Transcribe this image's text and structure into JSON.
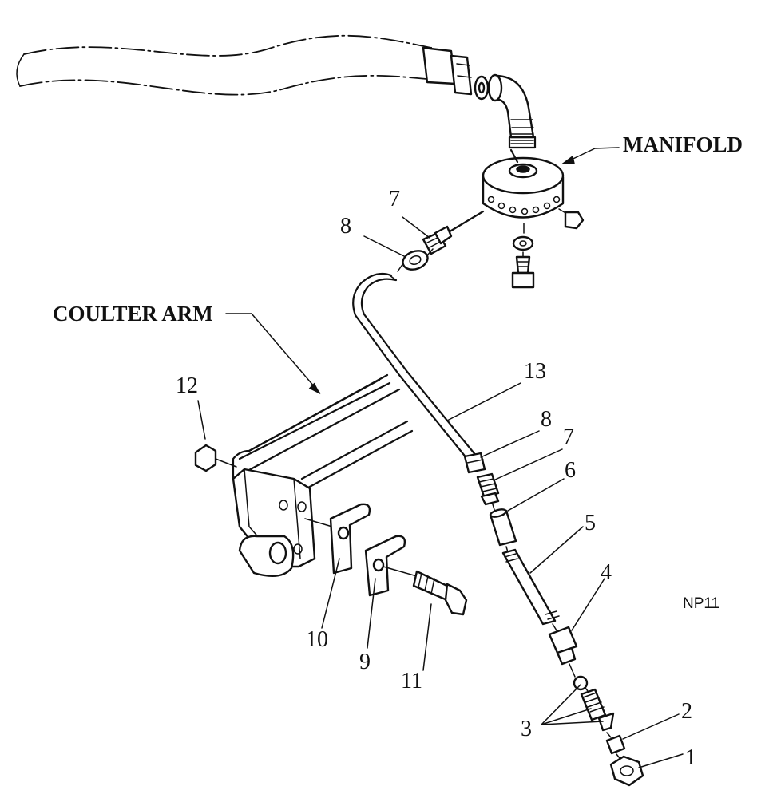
{
  "callouts": {
    "manifold": "MANIFOLD",
    "coulter_arm": "COULTER ARM"
  },
  "drawing_code": "NP11",
  "part_numbers": {
    "n1": "1",
    "n2": "2",
    "n3": "3",
    "n4": "4",
    "n5": "5",
    "n6": "6",
    "n7_upper": "7",
    "n7_lower": "7",
    "n8_upper": "8",
    "n8_lower": "8",
    "n9": "9",
    "n10": "10",
    "n11": "11",
    "n12": "12",
    "n13": "13"
  }
}
